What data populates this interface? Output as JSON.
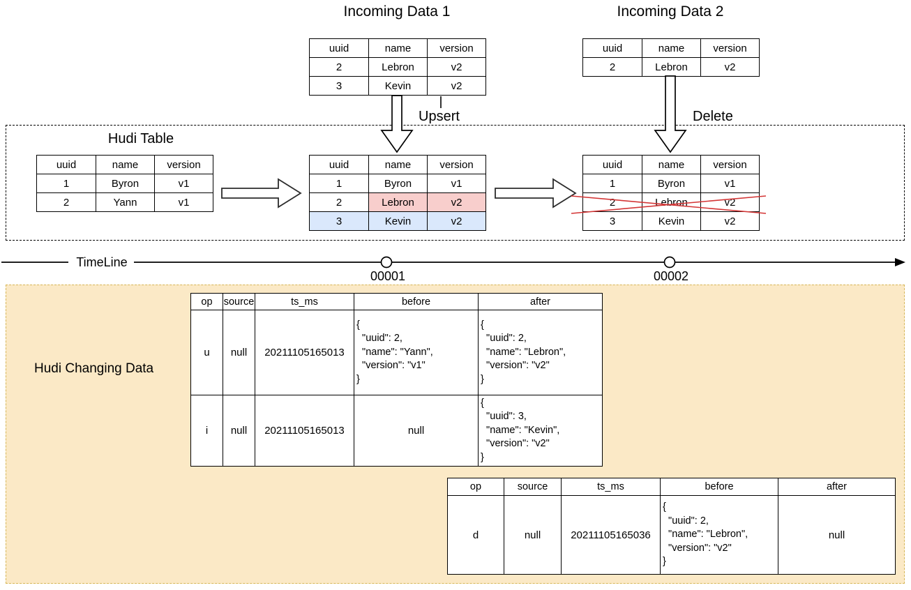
{
  "record_headers": [
    "uuid",
    "name",
    "version"
  ],
  "incoming1": {
    "title": "Incoming Data 1",
    "rows": [
      [
        "2",
        "Lebron",
        "v2"
      ],
      [
        "3",
        "Kevin",
        "v2"
      ]
    ],
    "op_label": "Upsert"
  },
  "incoming2": {
    "title": "Incoming Data 2",
    "rows": [
      [
        "2",
        "Lebron",
        "v2"
      ]
    ],
    "op_label": "Delete"
  },
  "hudi_box": {
    "title": "Hudi Table"
  },
  "state_initial": {
    "rows": [
      [
        "1",
        "Byron",
        "v1"
      ],
      [
        "2",
        "Yann",
        "v1"
      ]
    ]
  },
  "state_after_upsert": {
    "rows": [
      [
        "1",
        "Byron",
        "v1"
      ],
      [
        "2",
        "Lebron",
        "v2"
      ],
      [
        "3",
        "Kevin",
        "v2"
      ]
    ],
    "row_semantics": [
      "unchanged",
      "updated-highlight-pink",
      "inserted-highlight-blue"
    ]
  },
  "state_after_delete": {
    "rows": [
      [
        "1",
        "Byron",
        "v1"
      ],
      [
        "2",
        "Lebron",
        "v2"
      ],
      [
        "3",
        "Kevin",
        "v2"
      ]
    ],
    "deleted_row_index": 1
  },
  "timeline": {
    "label": "TimeLine",
    "instants": [
      "00001",
      "00002"
    ]
  },
  "changing": {
    "title": "Hudi Changing Data",
    "headers": [
      "op",
      "source",
      "ts_ms",
      "before",
      "after"
    ],
    "table1": {
      "rows": [
        [
          "u",
          "null",
          "20211105165013",
          "{\n  \"uuid\": 2,\n  \"name\": \"Yann\",\n  \"version\": \"v1\"\n}",
          "{\n  \"uuid\": 2,\n  \"name\": \"Lebron\",\n  \"version\": \"v2\"\n}"
        ],
        [
          "i",
          "null",
          "20211105165013",
          "null",
          "{\n  \"uuid\": 3,\n  \"name\": \"Kevin\",\n  \"version\": \"v2\"\n}"
        ]
      ]
    },
    "table2": {
      "rows": [
        [
          "d",
          "null",
          "20211105165036",
          "{\n  \"uuid\": 2,\n  \"name\": \"Lebron\",\n  \"version\": \"v2\"\n}",
          "null"
        ]
      ]
    }
  },
  "colors": {
    "updated_fill": "#F8CECC",
    "updated_stroke": "#B85450",
    "inserted_fill": "#DAE8FC",
    "inserted_stroke": "#6C8EBF",
    "changing_fill": "#FBE9C6",
    "changing_stroke": "#D6B656",
    "delete_cross": "#D33434",
    "line": "#000000"
  }
}
